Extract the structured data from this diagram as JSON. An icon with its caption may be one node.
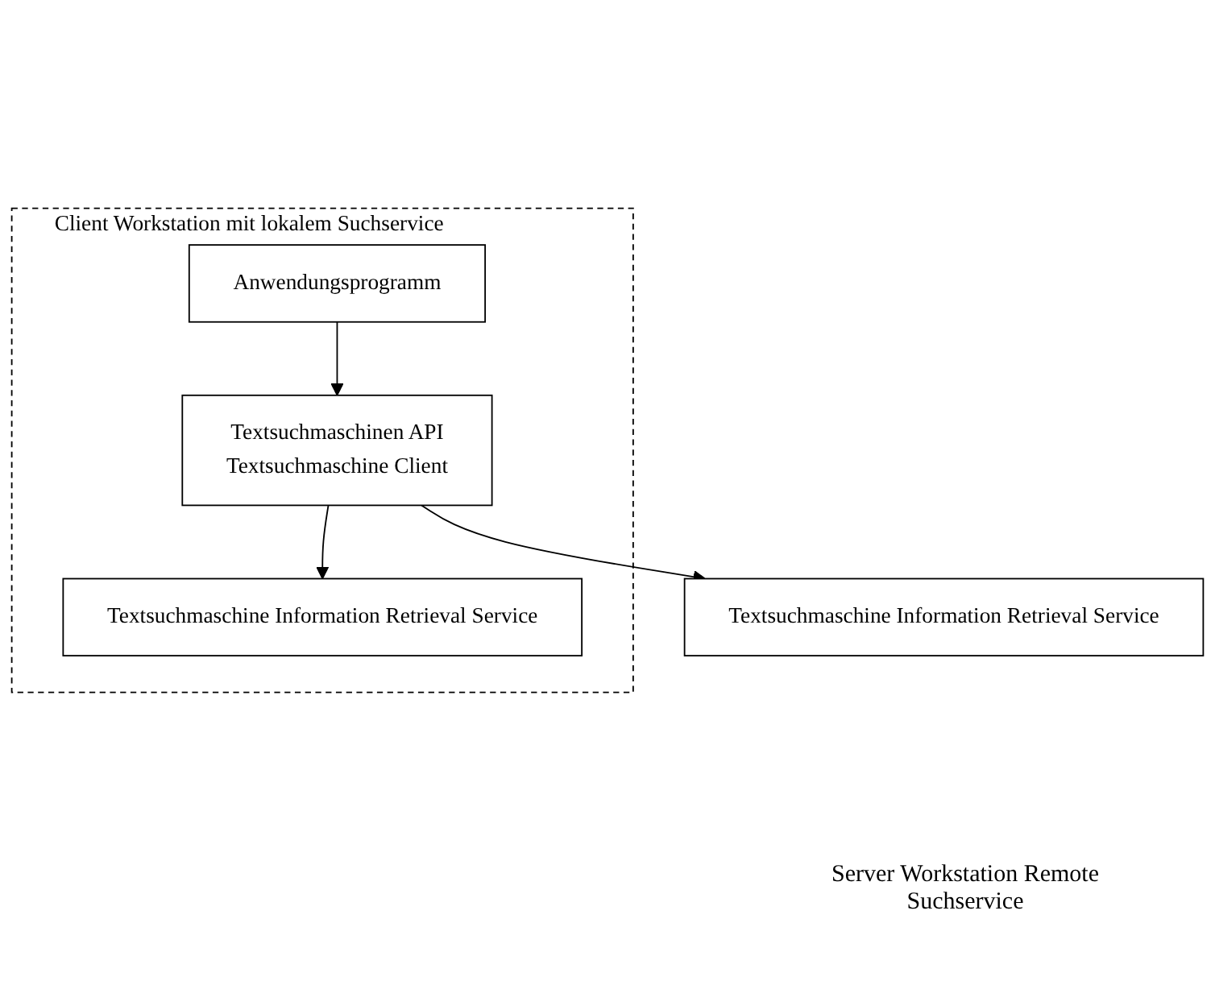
{
  "diagram": {
    "nodes": [
      {
        "text": [
          "Client Workstation mit lokalem Suchservice"
        ]
      },
      {
        "text": [
          "Anwendungsprogramm"
        ],
        "in": 0
      },
      {
        "text": [
          "Textsuchmaschinen API",
          "Textsuchmaschine Client"
        ],
        "in": 0
      },
      {
        "text": [
          "Textsuchmaschine Information Retrieval Service"
        ],
        "in": 0
      },
      {
        "text": [
          "Textsuchmaschine Information Retrieval Service"
        ]
      }
    ],
    "labels": [
      "Server Workstation Remote Suchservice"
    ],
    "edges": [
      {
        "from": 1,
        "to": 2,
        "arrow": "to"
      },
      {
        "from": 2,
        "to": 3,
        "arrow": "to"
      },
      {
        "from": 2,
        "to": 4,
        "arrow": "to"
      }
    ]
  }
}
